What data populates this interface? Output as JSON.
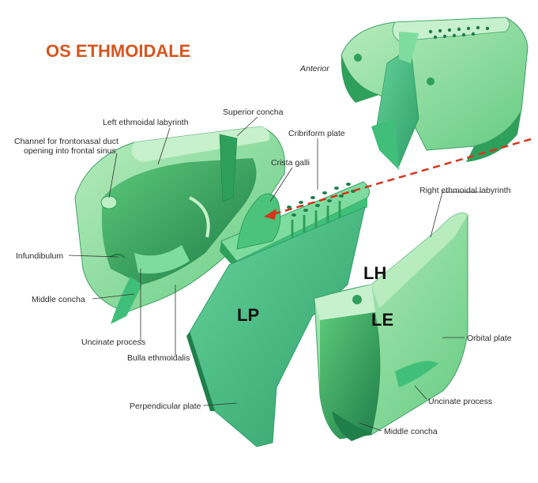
{
  "title": "OS ETHMOIDALE",
  "colors": {
    "title": "#d5561f",
    "arrow": "#d3361c",
    "bone_light": "#9fe3a7",
    "bone_mid": "#5cc978",
    "bone_dark": "#2f9f5c",
    "bone_deep": "#1f7e4a",
    "perp_plate": "#4cbf86"
  },
  "labels": {
    "anterior": "Anterior",
    "left_labyrinth": "Left ethmoidal labyrinth",
    "superior_concha": "Superior concha",
    "channel_line1": "Channel for frontonasal duct",
    "channel_line2": "opening into frontal sinus",
    "cribriform_plate": "Cribriform plate",
    "crista_galli": "Crista galli",
    "right_labyrinth": "Right ethmoidal labyrinth",
    "infundibulum": "Infundibulum",
    "middle_concha_left": "Middle concha",
    "uncinate_left": "Uncinate process",
    "bulla": "Bulla ethmoidalis",
    "orbital_plate": "Orbital plate",
    "uncinate_right": "Uncinate process",
    "perpendicular_plate": "Perpendicular plate",
    "middle_concha_right": "Middle concha"
  },
  "markers": {
    "lh": "LH",
    "lp": "LP",
    "le": "LE"
  }
}
